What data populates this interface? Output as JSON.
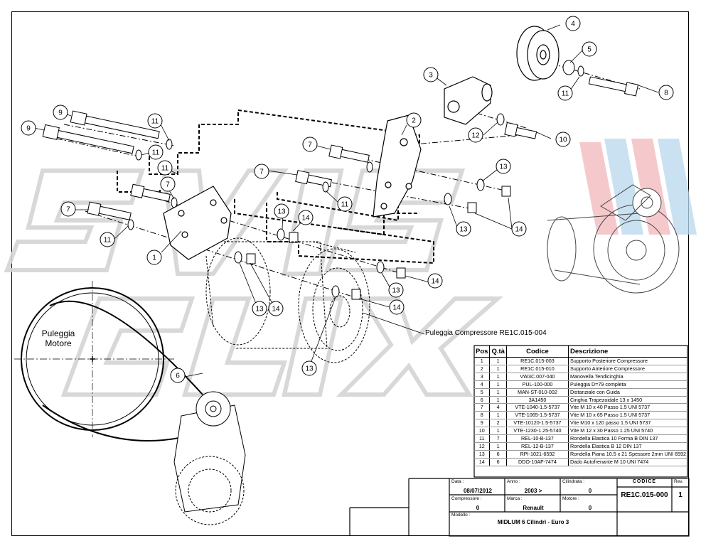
{
  "labels": {
    "pulley_motor": "Puleggia Motore",
    "compressor_pulley": "Puleggia Compressore RE1C.015-004"
  },
  "callouts": [
    "1",
    "2",
    "3",
    "4",
    "5",
    "6",
    "7",
    "8",
    "9",
    "10",
    "11",
    "12",
    "13",
    "14"
  ],
  "bom": {
    "headers": {
      "pos": "Pos",
      "qta": "Q.tà",
      "code": "Codice",
      "desc": "Descrizione"
    },
    "rows": [
      {
        "pos": "1",
        "qta": "1",
        "code": "RE1C.015-003",
        "desc": "Supporto Posteriore Compressore"
      },
      {
        "pos": "2",
        "qta": "1",
        "code": "RE1C.015-010",
        "desc": "Supporto Anteriore Compressore"
      },
      {
        "pos": "3",
        "qta": "1",
        "code": "VW3C.007-040",
        "desc": "Manovella Tendicinghia"
      },
      {
        "pos": "4",
        "qta": "1",
        "code": "PUL-100-000",
        "desc": "Puleggia D=79 completa"
      },
      {
        "pos": "5",
        "qta": "1",
        "code": "MAN-ST-010-002",
        "desc": "Distanziale con Guida"
      },
      {
        "pos": "6",
        "qta": "1",
        "code": "3A1450",
        "desc": "Cinghia Trapezoidale 13 x 1450"
      },
      {
        "pos": "7",
        "qta": "4",
        "code": "VTE-1040-1.5-5737",
        "desc": "Vite M 10 x 40 Passo 1.5 UNI 5737"
      },
      {
        "pos": "8",
        "qta": "1",
        "code": "VTE-1065-1.5-5737",
        "desc": "Vite M 10 x 65 Passo 1.5 UNI 5737"
      },
      {
        "pos": "9",
        "qta": "2",
        "code": "VTE-10120-1.5-5737",
        "desc": "Vite M10 x 120 passo 1.5 UNI 5737"
      },
      {
        "pos": "10",
        "qta": "1",
        "code": "VTE-1230-1.25-5740",
        "desc": "Vite M 12 x 30 Passo 1.25 UNI 5740"
      },
      {
        "pos": "11",
        "qta": "7",
        "code": "REL-10-B-137",
        "desc": "Rondella Elastica 10 Forma B DIN 137"
      },
      {
        "pos": "12",
        "qta": "1",
        "code": "REL-12-B-137",
        "desc": "Rondella Elastica B 12 DIN 137"
      },
      {
        "pos": "13",
        "qta": "6",
        "code": "RPI-1021-6592",
        "desc": "Rondella Piana 10.5 x 21 Spessore 2mm  UNI 6592"
      },
      {
        "pos": "14",
        "qta": "6",
        "code": "DDO-10AF-7474",
        "desc": "Dado Autofrenante M 10 UNI 7474"
      }
    ]
  },
  "title_block": {
    "data_label": "Data :",
    "data": "08/07/2012",
    "anno_label": "Anno :",
    "anno": "2003 >",
    "cilindrata_label": "Cilindrata :",
    "cilindrata": "0",
    "codice_label": "CODICE",
    "codice": "RE1C.015-000",
    "rev_label": "Rev.",
    "rev": "1",
    "compressore_label": "Compressore :",
    "compressore": "0",
    "marca_label": "Marca :",
    "marca": "Renault",
    "motore_label": "Motore :",
    "motore": "0",
    "modello_label": "Modello :",
    "modello": "MIDLUM 6 Cilindri - Euro 3"
  },
  "colors": {
    "line": "#000000",
    "watermark_gray": "#d9d9d9",
    "watermark_red": "#f2b7bb",
    "watermark_blue": "#b9d8ee"
  }
}
